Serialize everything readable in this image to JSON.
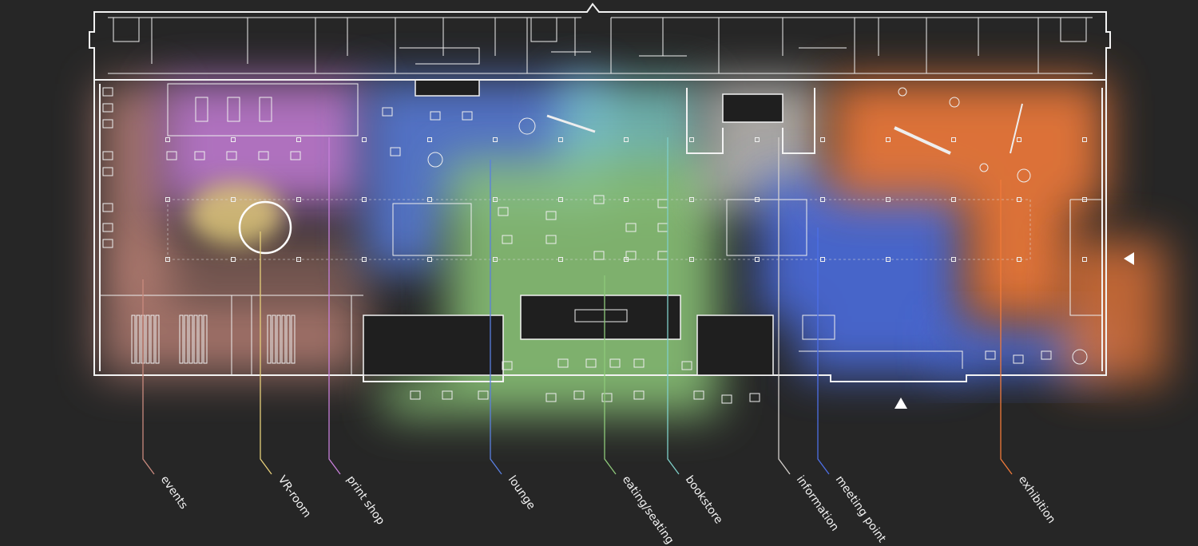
{
  "zones": [
    {
      "id": "events",
      "label": "events",
      "color": "#c98a7e"
    },
    {
      "id": "vr-room",
      "label": "VR-room",
      "color": "#e6cf7a"
    },
    {
      "id": "print-shop",
      "label": "print shop",
      "color": "#c77fd9"
    },
    {
      "id": "lounge",
      "label": "lounge",
      "color": "#5a7fe0"
    },
    {
      "id": "eating-seating",
      "label": "eating/seating",
      "color": "#8ec97a"
    },
    {
      "id": "bookstore",
      "label": "bookstore",
      "color": "#7fcfc9"
    },
    {
      "id": "information",
      "label": "information",
      "color": "#d4d0cc"
    },
    {
      "id": "meeting-point",
      "label": "meeting point",
      "color": "#4d6fe6"
    },
    {
      "id": "exhibition",
      "label": "exhibition",
      "color": "#f07a3a"
    }
  ],
  "entrance_icons": [
    "triangle-up-icon",
    "triangle-left-icon"
  ],
  "background": "#262626"
}
